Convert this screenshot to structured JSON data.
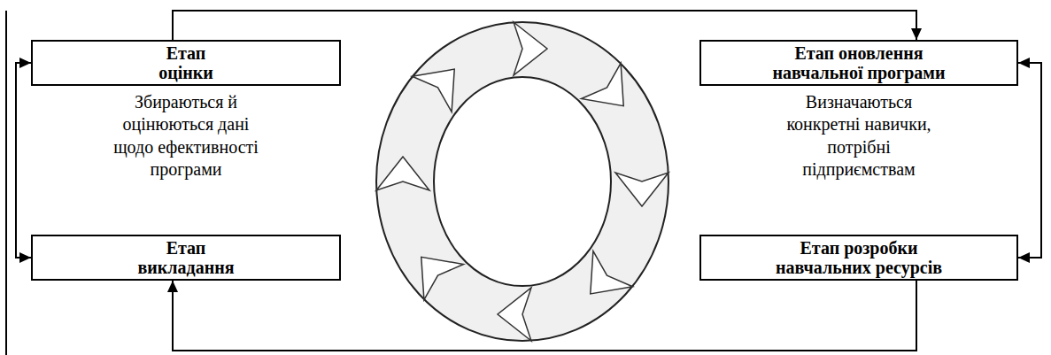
{
  "diagram": {
    "nodes": [
      {
        "text": [
          "Етап оцінки",
          "Збираються й оцінюються дані щодо ефективності програми"
        ]
      },
      {
        "text": [
          "Етап оновлення навчальної програми",
          "Визначаються конкретні навички, потрібні підприємствам"
        ]
      },
      {
        "text": [
          "Етап викладання"
        ]
      },
      {
        "text": [
          "Етап розробки навчальних ресурсів"
        ]
      }
    ],
    "edges": [
      {
        "from": 0,
        "to": 1,
        "arrow": "to"
      },
      {
        "from": 1,
        "to": 3,
        "arrow": "both"
      },
      {
        "from": 3,
        "to": 2,
        "arrow": "to"
      },
      {
        "from": 2,
        "to": 0,
        "arrow": "both"
      }
    ]
  }
}
